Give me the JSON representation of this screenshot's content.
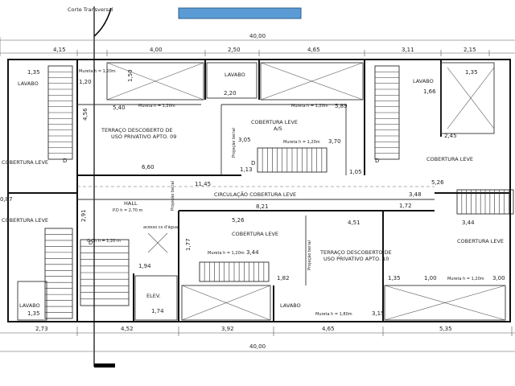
{
  "section_mark": "Corte Transversal",
  "dims_top": {
    "total": "40,00",
    "d1": "4,15",
    "d2": "4,00",
    "d3": "2,50",
    "d4": "4,65",
    "d5": "3,11",
    "d6": "2,15"
  },
  "dims_bottom": {
    "total": "40,00",
    "d1": "2,73",
    "d2": "4,52",
    "d3": "3,92",
    "d4": "4,65",
    "d5": "5,35"
  },
  "rooms": {
    "lavabo_1": "LAVABO",
    "lavabo_2": "LAVABO",
    "lavabo_3": "LAVABO",
    "lavabo_4": "LAVABO",
    "lavabo_5": "LAVABO",
    "terraco_09": "TERRAÇO DESCOBERTO DE",
    "terraco_09_b": "USO PRIVATIVO APTO. 09",
    "terraco_10": "TERRAÇO DESCOBERTO DE",
    "terraco_10_b": "USO PRIVATIVO APTO. 10",
    "cob_1": "COBERTURA LEVE",
    "cob_2": "COBERTURA LEVE",
    "cob_3": "COBERTURA LEVE",
    "cob_4": "COBERTURA LEVE",
    "cob_5": "COBERTURA LEVE",
    "cob_6": "COBERTURA LEVE",
    "as": "A/S",
    "circulacao": "CIRCULAÇÃO COBERTURA LEVE",
    "hall": "HALL",
    "hall_pd": "P.D h = 2,70 m",
    "reservatorio": "acesso cx d'água",
    "elev": "ELEV.",
    "gch": "G.Ch h = 1,20 m"
  },
  "measures": {
    "m540": "5,40",
    "m660": "6,60",
    "m589": "5,89",
    "m370": "3,70",
    "m305": "3,05",
    "m220": "2,20",
    "m113": "1,13",
    "m105": "1,05",
    "m1145": "11,45",
    "m821": "8,21",
    "m526a": "5,26",
    "m526b": "5,26",
    "m451": "4,51",
    "m344a": "3,44",
    "m344b": "3,44",
    "m348": "3,48",
    "m172": "1,72",
    "m245": "2,45",
    "m194": "1,94",
    "m174": "1,74",
    "m135a": "1,35",
    "m135b": "1,35",
    "m135c": "1,35",
    "m135d": "1,35",
    "m300": "3,00",
    "m315": "3,15",
    "m182": "1,82",
    "m166": "1,66",
    "m120": "1,20",
    "m456": "4,56",
    "m291": "2,91",
    "m177": "1,77",
    "m150": "1,50",
    "m100": "1,00",
    "m087": "0,87"
  },
  "murets": {
    "mu1": "Mureta h = 1,20m",
    "mu2": "Mureta h = 1,20m",
    "mu3": "Mureta h = 1,20m",
    "mu4": "Mureta h = 1,20m",
    "mu5": "Mureta h = 1,20m",
    "mu6": "Mureta h = 1,20m",
    "mu7": "Mureta h = 1,80m"
  },
  "stair_label": "D",
  "proj": "Projeção beiral"
}
